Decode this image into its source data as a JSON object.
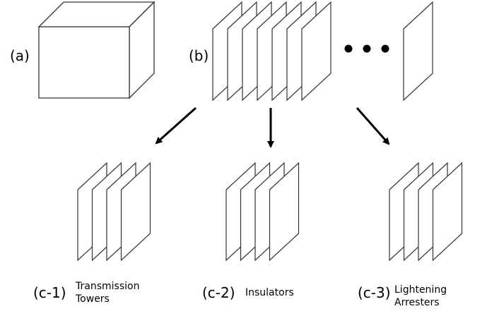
{
  "labels": {
    "a": "(a)",
    "b": "(b)",
    "c1": "(c-1)",
    "c2": "(c-2)",
    "c3": "(c-3)"
  },
  "captions": {
    "c1_line1": "Transmission",
    "c1_line2": "Towers",
    "c2_line1": "Insulators",
    "c3_line1": "Lightening",
    "c3_line2": "Arresters"
  },
  "colors": {
    "stroke": "#333333",
    "fill": "#ffffff",
    "text": "#000000"
  }
}
